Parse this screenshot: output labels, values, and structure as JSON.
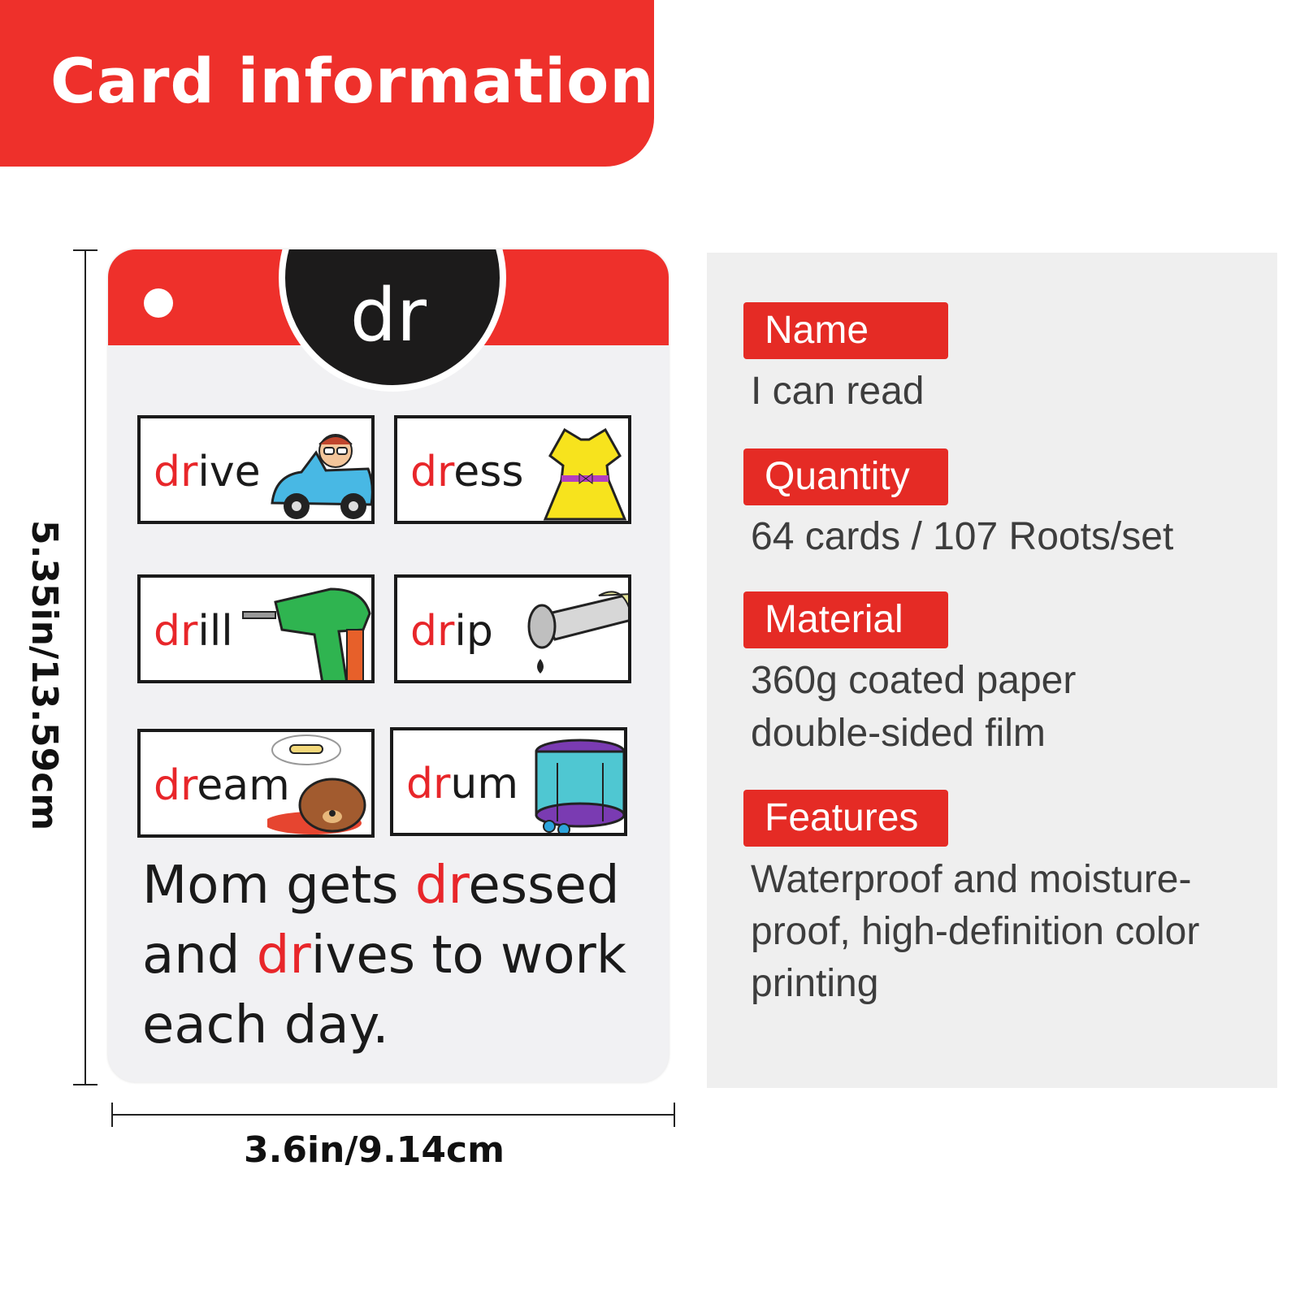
{
  "header": {
    "title": "Card information"
  },
  "dimensions": {
    "height_label": "5.35in/13.59cm",
    "width_label": "3.6in/9.14cm"
  },
  "card": {
    "blend": "dr",
    "words": [
      {
        "prefix": "dr",
        "rest": "ive",
        "picture": "car-icon"
      },
      {
        "prefix": "dr",
        "rest": "ess",
        "picture": "dress-icon"
      },
      {
        "prefix": "dr",
        "rest": "ill",
        "picture": "drill-icon"
      },
      {
        "prefix": "dr",
        "rest": "ip",
        "picture": "faucet-icon"
      },
      {
        "prefix": "dr",
        "rest": "eam",
        "picture": "dog-dream-icon"
      },
      {
        "prefix": "dr",
        "rest": "um",
        "picture": "drum-icon"
      }
    ],
    "sentence": {
      "part1": "Mom gets ",
      "hl1": "dr",
      "part2": "essed",
      "part3": "and ",
      "hl2": "dr",
      "part4": "ives to work",
      "part5": "each day."
    },
    "highlight_color": "#e8262a"
  },
  "info": {
    "name_label": "Name",
    "name_value": "I can read",
    "quantity_label": "Quantity",
    "quantity_value": "64 cards / 107 Roots/set",
    "material_label": "Material",
    "material_value_1": "360g coated paper",
    "material_value_2": "double-sided film",
    "features_label": "Features",
    "features_value_1": "Waterproof and moisture-",
    "features_value_2": "proof, high-definition color",
    "features_value_3": "printing"
  },
  "colors": {
    "brand_red": "#ee302b",
    "panel_bg": "#efefef"
  }
}
